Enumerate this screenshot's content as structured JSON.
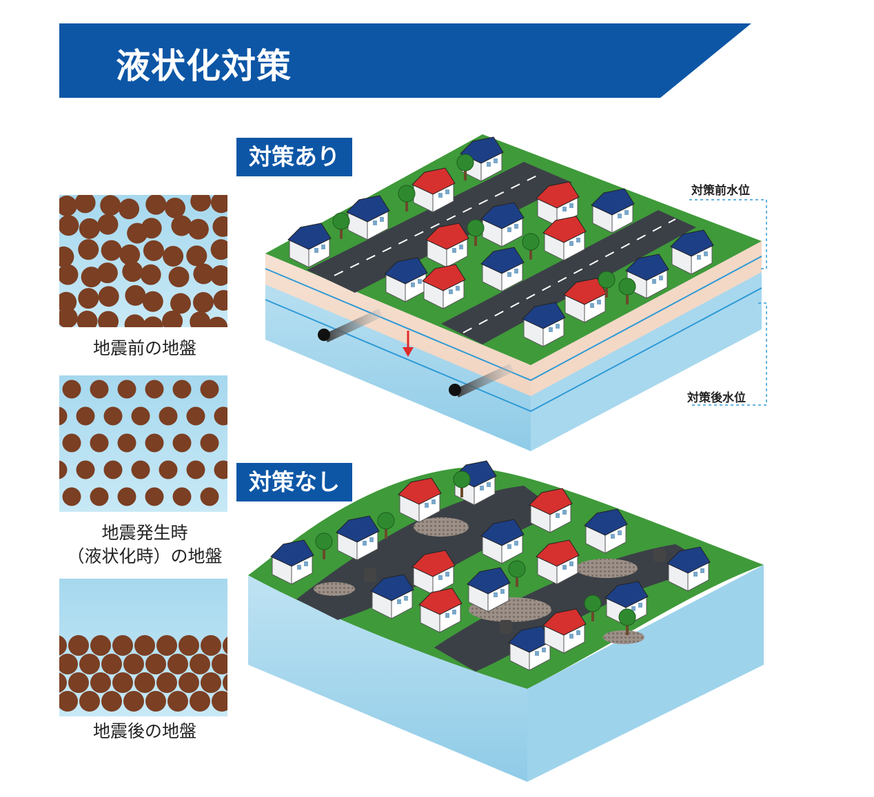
{
  "title": "液状化対策",
  "colors": {
    "brand_blue": "#0d56a6",
    "soil_grain": "#7b3f23",
    "water": "#a6d8ee",
    "roof_red": "#d6312e",
    "roof_blue": "#1d3f86",
    "ground_green": "#3f9a3a"
  },
  "panels": [
    {
      "label": "地震前の地盤"
    },
    {
      "label_line1": "地震発生時",
      "label_line2": "（液状化時）の地盤"
    },
    {
      "label": "地震後の地盤"
    }
  ],
  "scenes": {
    "with_measures": {
      "tag": "対策あり"
    },
    "without_measures": {
      "tag": "対策なし"
    }
  },
  "water_levels": {
    "before": "対策前水位",
    "after": "対策後水位"
  }
}
